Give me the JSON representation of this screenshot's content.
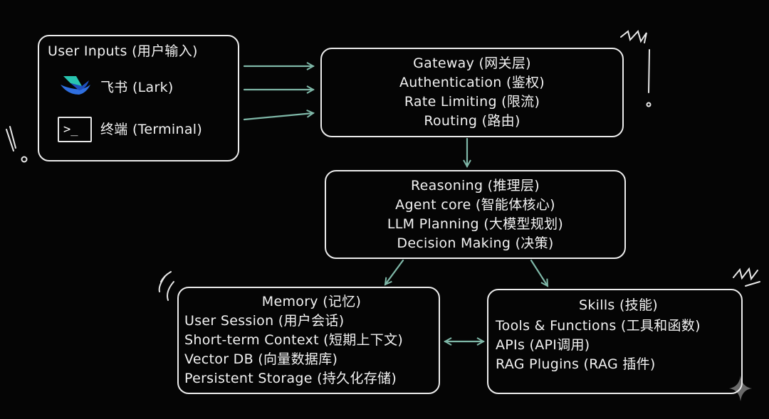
{
  "inputs": {
    "title": "User Inputs (用户输入)",
    "lark_label": "飞书 (Lark)",
    "terminal_label": "终端 (Terminal)",
    "terminal_icon_text": ">_"
  },
  "gateway": {
    "lines": [
      "Gateway (网关层)",
      "Authentication (鉴权)",
      "Rate Limiting (限流)",
      "Routing (路由)"
    ]
  },
  "reasoning": {
    "lines": [
      "Reasoning (推理层)",
      "Agent core (智能体核心)",
      "LLM Planning (大模型规划)",
      "Decision Making (决策)"
    ]
  },
  "memory": {
    "title": "Memory (记忆)",
    "lines": [
      "User Session (用户会话)",
      "Short-term Context (短期上下文)",
      "Vector DB (向量数据库)",
      "Persistent Storage (持久化存储)"
    ]
  },
  "skills": {
    "title": "Skills (技能)",
    "lines": [
      "Tools & Functions (工具和函数)",
      "APIs (API调用)",
      "RAG Plugins (RAG 插件)"
    ]
  },
  "colors": {
    "background": "#050505",
    "box_stroke": "#ececec",
    "arrow": "#7fb8a8",
    "text": "#f2f2f2",
    "lark_blue": "#2f6fe0",
    "lark_teal": "#28c4b0"
  },
  "icons": [
    "lark-logo-icon",
    "terminal-icon",
    "sparkle-icon"
  ]
}
